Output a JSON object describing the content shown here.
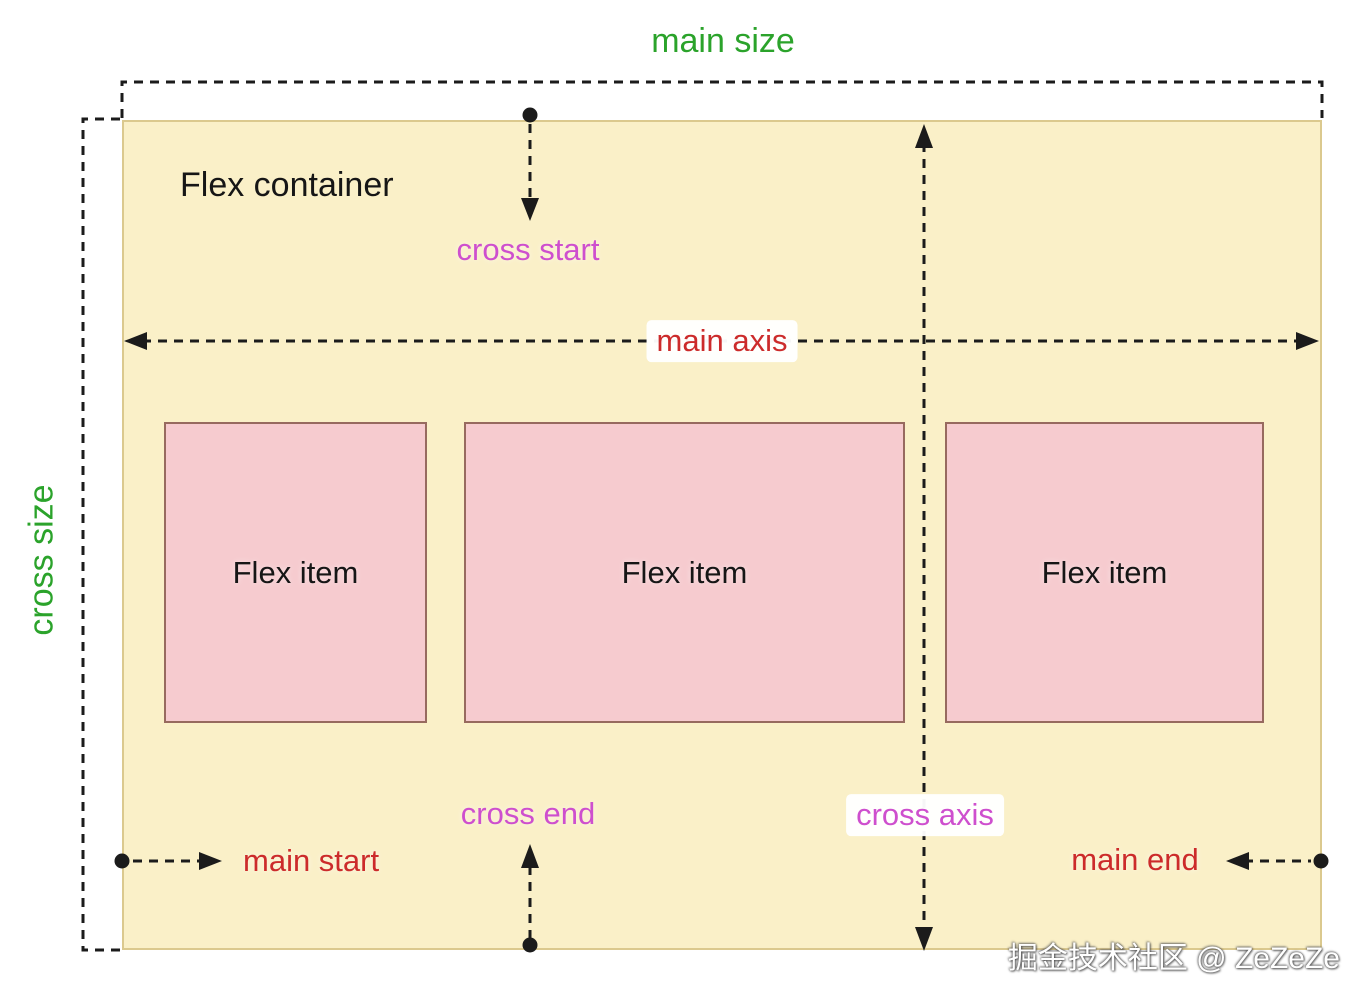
{
  "diagram": {
    "type": "flexbox-axes-diagram",
    "labels": {
      "main_size": "main size",
      "cross_size": "cross size",
      "flex_container": "Flex container",
      "cross_start": "cross start",
      "cross_end": "cross end",
      "main_axis": "main axis",
      "cross_axis": "cross axis",
      "main_start": "main start",
      "main_end": "main end"
    },
    "flex_items": [
      {
        "label": "Flex item"
      },
      {
        "label": "Flex item"
      },
      {
        "label": "Flex item"
      }
    ],
    "watermark": "掘金技术社区 @ ZeZeZe"
  },
  "colors": {
    "green": "#2BA32B",
    "red": "#CC2B2B",
    "magenta": "#CE4FCE",
    "ink": "#1B1B1B",
    "container_bg": "#FAF0C8",
    "container_border": "#DBC98E",
    "item_bg": "#F6CBCF",
    "item_border": "#976A5F",
    "text_dark": "#161616",
    "watermark": "#FFFFFF"
  }
}
